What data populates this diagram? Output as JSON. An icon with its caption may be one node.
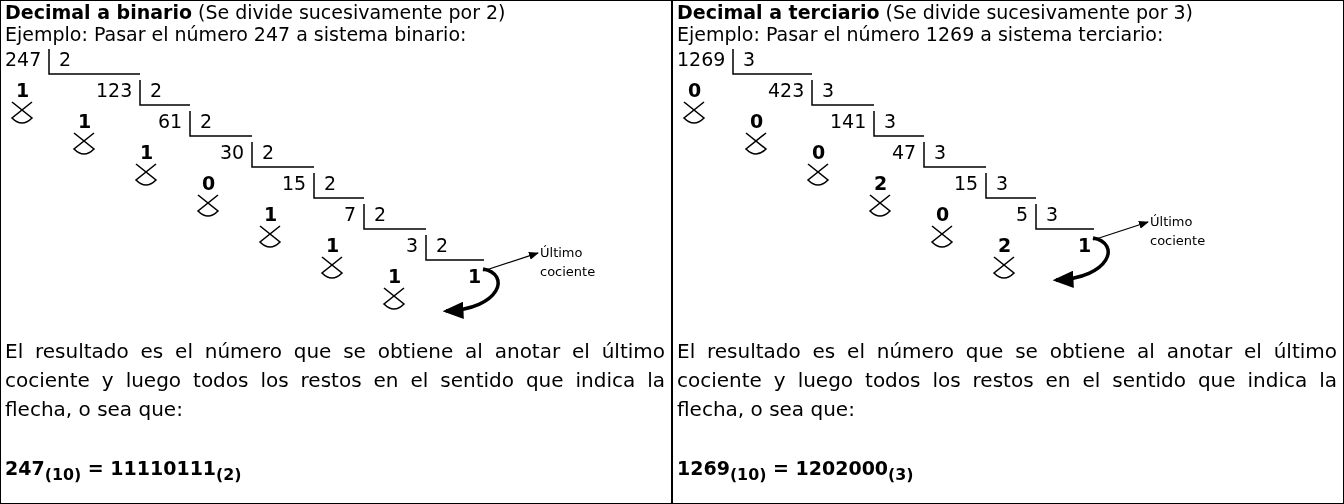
{
  "diagram": {
    "nodes": [
      {
        "text": [
          "**Decimal a binario** (Se divide sucesivamente por 2)",
          "Ejemplo: Pasar el número 247 a sistema binario:",
          "El resultado es el número que se obtiene al anotar el último cociente y luego todos los restos en el sentido que indica la flecha, o sea que:",
          "247$_{(10)}$ = 11110111$_{(2)}$"
        ]
      },
      {
        "text": [
          "1"
        ],
        "in": 0
      },
      {
        "text": [
          "Último cociente"
        ],
        "in": 0
      },
      {
        "text": [
          "**Decimal a terciario** (Se divide sucesivamente por 3)",
          "Ejemplo: Pasar el número 1269 a sistema terciario:",
          "El resultado es el número que se obtiene al anotar el último cociente y luego todos los restos en el sentido que indica la flecha, o sea que:",
          "1269$_{(10)}$ = 1202000$_{(3)}$"
        ]
      },
      {
        "text": [
          "1"
        ],
        "in": 3
      },
      {
        "text": [
          "Último cociente"
        ],
        "in": 3
      }
    ],
    "edges": [
      {
        "from": 1,
        "to": 2,
        "arrow": "to"
      },
      {
        "from": 4,
        "to": 5,
        "arrow": "to"
      }
    ],
    "labels": [
      "247",
      "2",
      "1",
      "123",
      "2",
      "1",
      "61",
      "2",
      "1",
      "30",
      "2",
      "0",
      "15",
      "2",
      "1",
      "7",
      "2",
      "1",
      "3",
      "2",
      "1",
      "1269",
      "3",
      "0",
      "423",
      "3",
      "0",
      "141",
      "3",
      "0",
      "47",
      "3",
      "2",
      "15",
      "3",
      "0",
      "5",
      "3",
      "2"
    ]
  }
}
